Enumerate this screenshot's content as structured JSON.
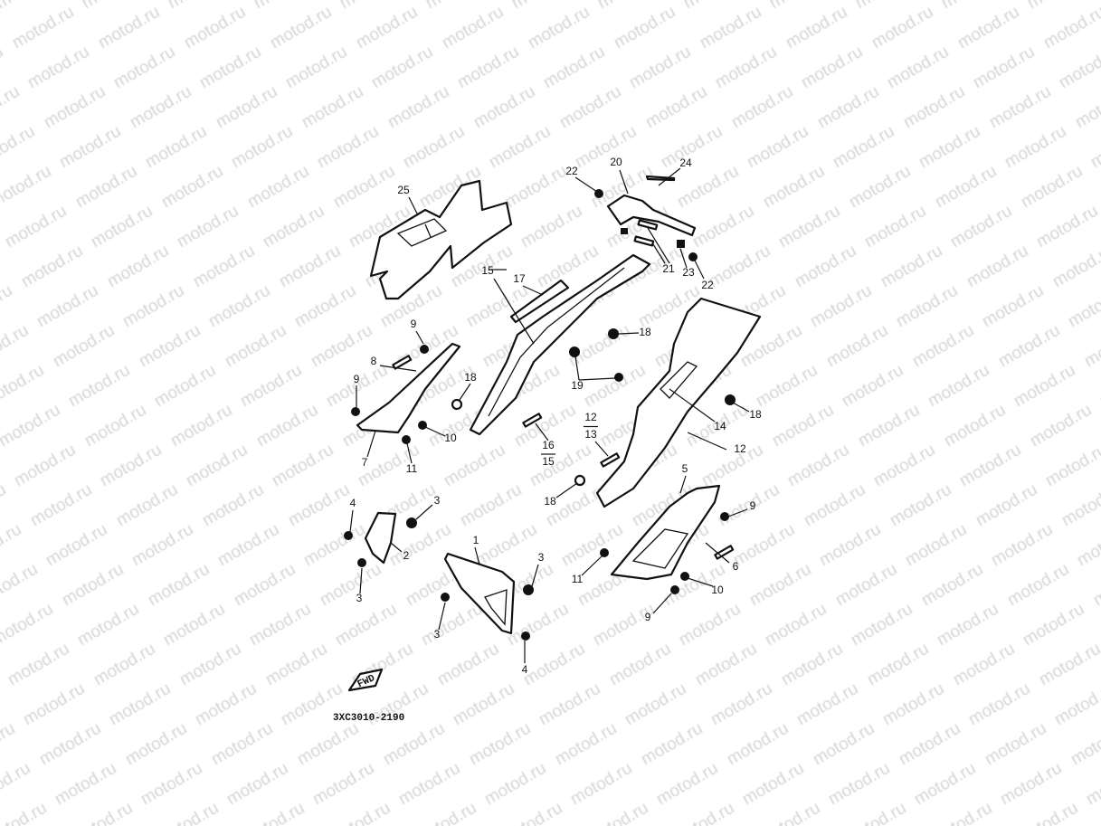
{
  "watermark": "motod.ru",
  "diagram": {
    "drawing_code": "3XC3010-2190",
    "fwd_label": "FWD",
    "callouts": [
      "25",
      "22",
      "20",
      "24",
      "21",
      "23",
      "22",
      "15",
      "17",
      "18",
      "9",
      "8",
      "9",
      "18",
      "19",
      "18",
      "14",
      "12",
      "12",
      "13",
      "10",
      "7",
      "11",
      "16",
      "15",
      "5",
      "18",
      "9",
      "4",
      "3",
      "2",
      "3",
      "1",
      "3",
      "3",
      "4",
      "11",
      "6",
      "10",
      "9"
    ]
  },
  "colors": {
    "ink": "#111111",
    "watermark": "#d6d6d6"
  }
}
